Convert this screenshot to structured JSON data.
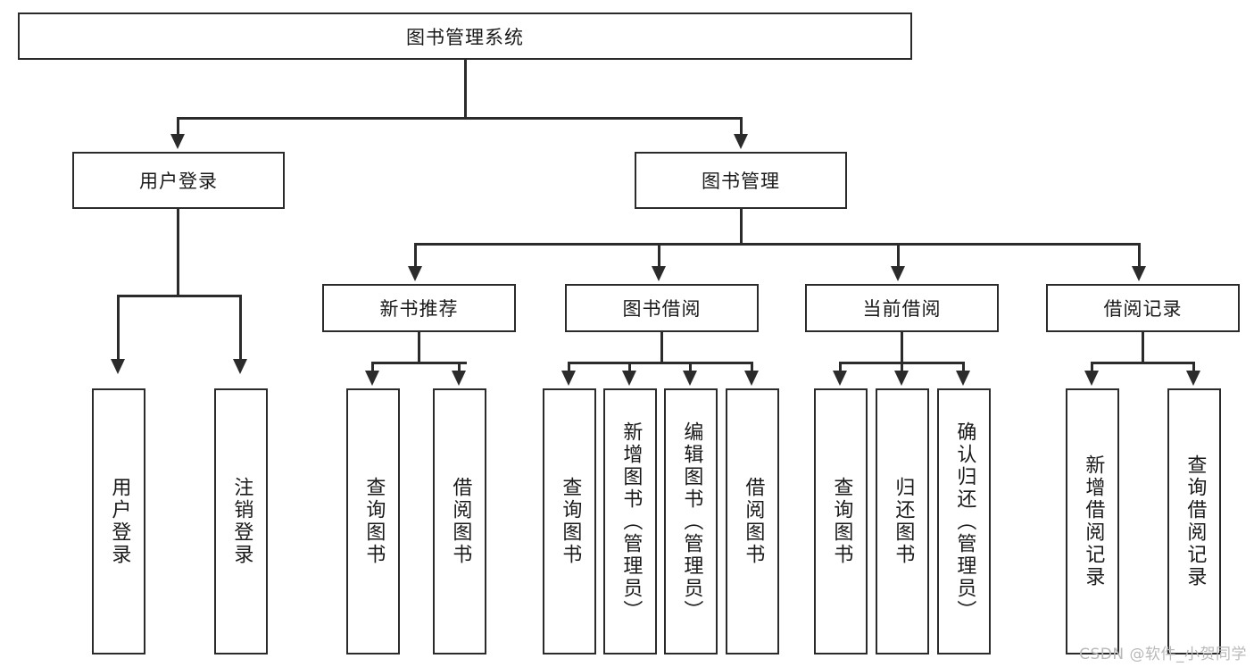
{
  "diagram": {
    "title": "图书管理系统",
    "type": "hierarchy-tree",
    "levels": 4,
    "colors": {
      "box_border": "#2b2b2b",
      "box_fill": "#ffffff",
      "connector": "#2b2b2b",
      "text": "#1a1a1a",
      "watermark": "#b9b9b9",
      "background": "#ffffff"
    },
    "root": {
      "label": "图书管理系统"
    },
    "level2": [
      {
        "label": "用户登录"
      },
      {
        "label": "图书管理"
      }
    ],
    "level3": [
      {
        "label": "新书推荐"
      },
      {
        "label": "图书借阅"
      },
      {
        "label": "当前借阅"
      },
      {
        "label": "借阅记录"
      }
    ],
    "leaves": {
      "user_login": [
        {
          "label": "用户登录"
        },
        {
          "label": "注销登录"
        }
      ],
      "new_book_recommend": [
        {
          "label": "查询图书"
        },
        {
          "label": "借阅图书"
        }
      ],
      "book_borrow": [
        {
          "label": "查询图书"
        },
        {
          "label": "新增图书（管理员）"
        },
        {
          "label": "编辑图书（管理员）"
        },
        {
          "label": "借阅图书"
        }
      ],
      "current_borrow": [
        {
          "label": "查询图书"
        },
        {
          "label": "归还图书"
        },
        {
          "label": "确认归还（管理员）"
        }
      ],
      "borrow_record": [
        {
          "label": "新增借阅记录"
        },
        {
          "label": "查询借阅记录"
        }
      ]
    }
  },
  "watermark": {
    "text": "CSDN @软件_小贺同学"
  }
}
